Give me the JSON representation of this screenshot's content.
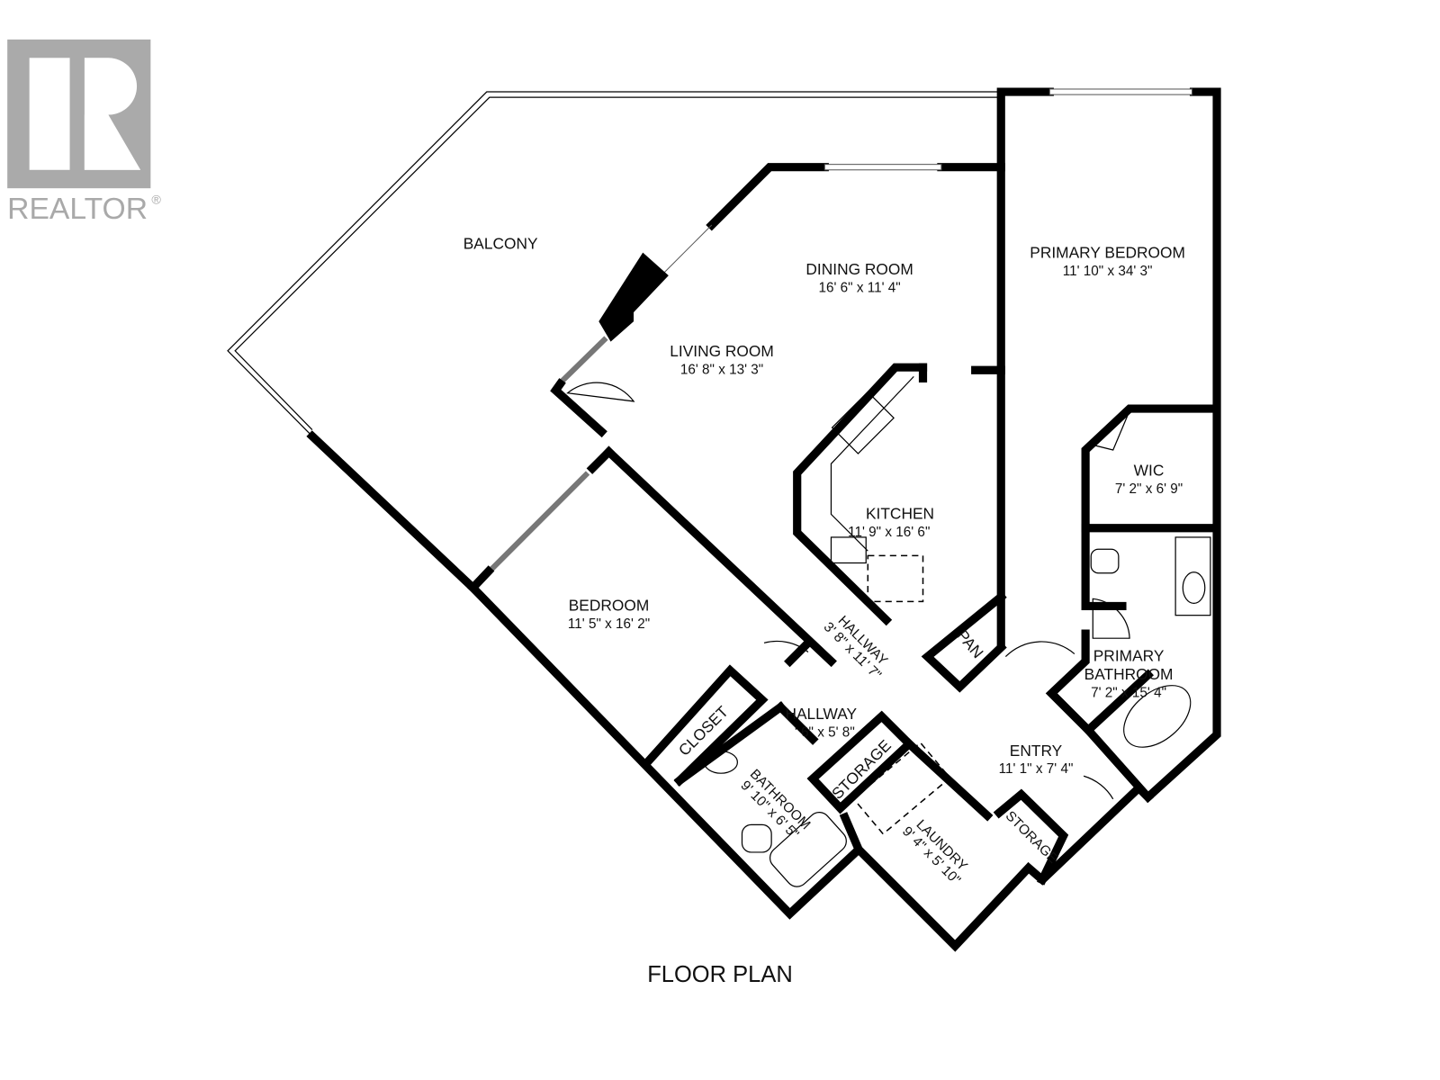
{
  "logo": {
    "text": "REALTOR",
    "mark": "®",
    "color": "#aaaaaa"
  },
  "caption": "FLOOR PLAN",
  "rooms": {
    "balcony": {
      "name": "BALCONY"
    },
    "dining": {
      "name": "DINING ROOM",
      "dims": "16' 6\" x 11' 4\""
    },
    "living": {
      "name": "LIVING ROOM",
      "dims": "16' 8\" x 13' 3\""
    },
    "primary_bedroom": {
      "name": "PRIMARY BEDROOM",
      "dims": "11' 10\" x 34' 3\""
    },
    "wic": {
      "name": "WIC",
      "dims": "7' 2\" x 6' 9\""
    },
    "kitchen": {
      "name": "KITCHEN",
      "dims": "11' 9\" x 16' 6\""
    },
    "bedroom": {
      "name": "BEDROOM",
      "dims": "11' 5\" x 16' 2\""
    },
    "hallway1": {
      "name": "HALLWAY",
      "dims": "3' 8\" x 11' 7\""
    },
    "pantry": {
      "name": "PAN"
    },
    "primary_bathroom": {
      "name1": "PRIMARY",
      "name2": "BATHROOM",
      "dims": "7' 2\" x 15' 4\""
    },
    "closet": {
      "name": "CLOSET"
    },
    "hallway2": {
      "name": "HALLWAY",
      "dims": "' 6\" x 5' 8\""
    },
    "storage1": {
      "name": "STORAGE"
    },
    "entry": {
      "name": "ENTRY",
      "dims": "11' 1\" x 7' 4\""
    },
    "bathroom": {
      "name": "BATHROOM",
      "dims": "9' 10\" x 6' 5\""
    },
    "laundry": {
      "name": "LAUNDRY",
      "dims": "9' 4\" x 5' 10\""
    },
    "storage2": {
      "name": "STORAGE"
    }
  }
}
